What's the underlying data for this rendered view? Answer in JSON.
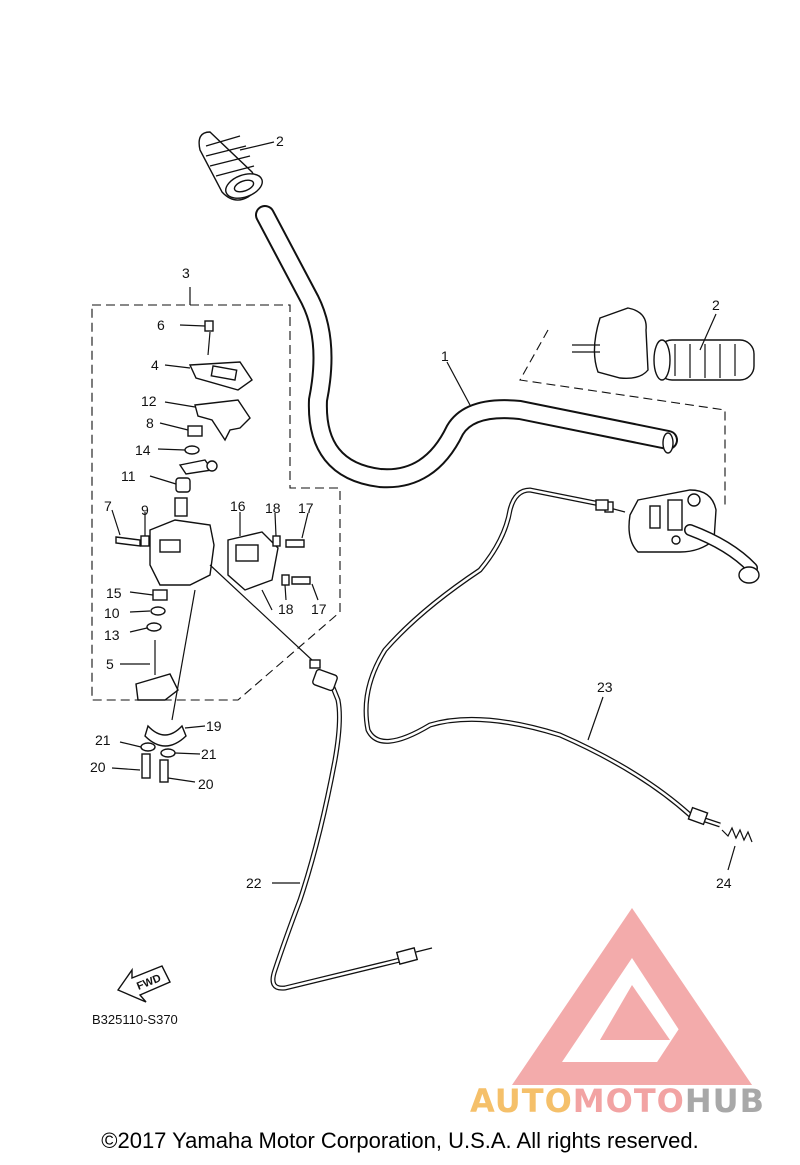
{
  "callouts": {
    "c1": "1",
    "c2a": "2",
    "c2b": "2",
    "c3": "3",
    "c4": "4",
    "c5": "5",
    "c6": "6",
    "c7": "7",
    "c8": "8",
    "c9": "9",
    "c10": "10",
    "c11": "11",
    "c12": "12",
    "c13": "13",
    "c14": "14",
    "c15": "15",
    "c16": "16",
    "c17a": "17",
    "c17b": "17",
    "c18a": "18",
    "c18b": "18",
    "c19": "19",
    "c20a": "20",
    "c20b": "20",
    "c21a": "21",
    "c21b": "21",
    "c22": "22",
    "c23": "23",
    "c24": "24"
  },
  "fwd_label": "FWD",
  "ref_code": "B325110-S370",
  "watermark": {
    "text_auto": "AUTO",
    "text_moto": "MOTO",
    "text_hub": "HUB",
    "colors": {
      "auto": "#f5c06a",
      "moto": "#f2a3a3",
      "hub": "#a8a8a8",
      "logo": "#f08f8f"
    }
  },
  "copyright": "©2017 Yamaha Motor Corporation, U.S.A. All rights reserved."
}
